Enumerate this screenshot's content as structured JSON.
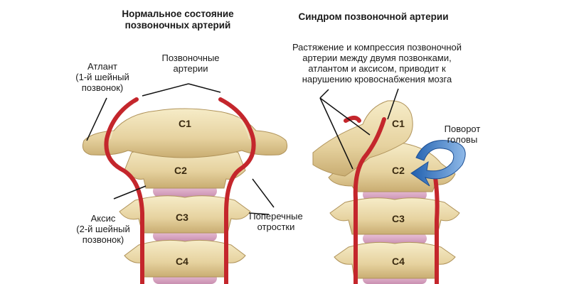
{
  "titles": {
    "left": [
      "Нормальное состояние",
      "позвоночных артерий"
    ],
    "right": "Синдром позвоночной артерии"
  },
  "left_labels": {
    "atlas": [
      "Атлант",
      "(1-й шейный",
      "позвонок)"
    ],
    "arteries": [
      "Позвоночные",
      "артерии"
    ],
    "axis": [
      "Аксис",
      "(2-й шейный",
      "позвонок)"
    ],
    "processes": [
      "Поперечные",
      "отростки"
    ]
  },
  "right_labels": {
    "description": [
      "Растяжение и компрессия позвоночной",
      "артерии между двумя позвонками,",
      "атлантом и аксисом, приводит к",
      "нарушению кровоснабжения мозга"
    ],
    "rotation": [
      "Поворот",
      "головы"
    ]
  },
  "vertebrae_left": [
    "C1",
    "C2",
    "C3",
    "C4"
  ],
  "vertebrae_right": [
    "C1",
    "C2",
    "C3",
    "C4"
  ],
  "colors": {
    "bone": "#ecdcae",
    "bone_shade": "#c8ad74",
    "disc": "#d9a9c4",
    "artery": "#c4262c",
    "arrow": "#3d78c2"
  }
}
